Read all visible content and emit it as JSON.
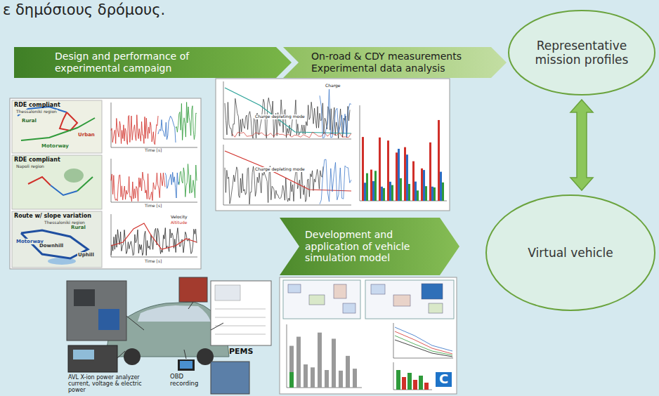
{
  "diagram": {
    "nodes": [
      {
        "text": [
          "Design and performance of experimental campaign"
        ]
      },
      {
        "text": [
          "On-road & CDY measurements Experimental data analysis"
        ]
      },
      {
        "text": [
          "Representative mission profiles"
        ]
      },
      {
        "text": [
          "Development and application of vehicle simulation model"
        ]
      },
      {
        "text": [
          "Virtual vehicle"
        ]
      }
    ],
    "edges": [
      {
        "from": 2,
        "to": 4,
        "arrow": "both"
      }
    ],
    "labels": [
      "ε δημόσιους δρόμους.",
      "RDE compliant",
      "Thessaloniki region",
      "Rural",
      "Urban",
      "Motorway",
      "RDE compliant",
      "Napoli region",
      "Route w/ slope variation",
      "Thessaloniki region",
      "Motorway",
      "Rural",
      "Uphill",
      "Downhill",
      "Velocity",
      "Altitude",
      "Time [s]",
      "Time [s]",
      "Time [s]",
      "Charge depleting mode",
      "Charge depleting mode",
      "Charge",
      "PEMS",
      "OBD recording",
      "AVL X-ion power analyzer current, voltage & electric power",
      "C"
    ]
  }
}
